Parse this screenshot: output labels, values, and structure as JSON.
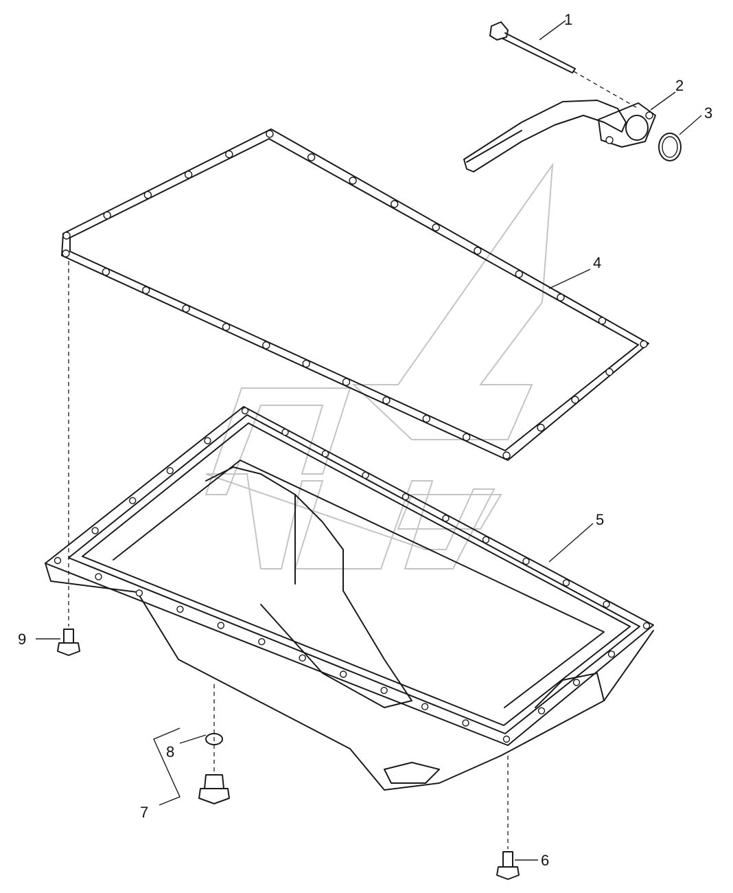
{
  "diagram": {
    "callouts": [
      {
        "id": "1",
        "text": "1"
      },
      {
        "id": "2",
        "text": "2"
      },
      {
        "id": "3",
        "text": "3"
      },
      {
        "id": "4",
        "text": "4"
      },
      {
        "id": "5",
        "text": "5"
      },
      {
        "id": "6",
        "text": "6"
      },
      {
        "id": "7",
        "text": "7"
      },
      {
        "id": "8",
        "text": "8"
      },
      {
        "id": "9",
        "text": "9"
      }
    ],
    "line_color": "#1a1a1a",
    "watermark_color": "#c4c4c4",
    "background": "#ffffff"
  }
}
